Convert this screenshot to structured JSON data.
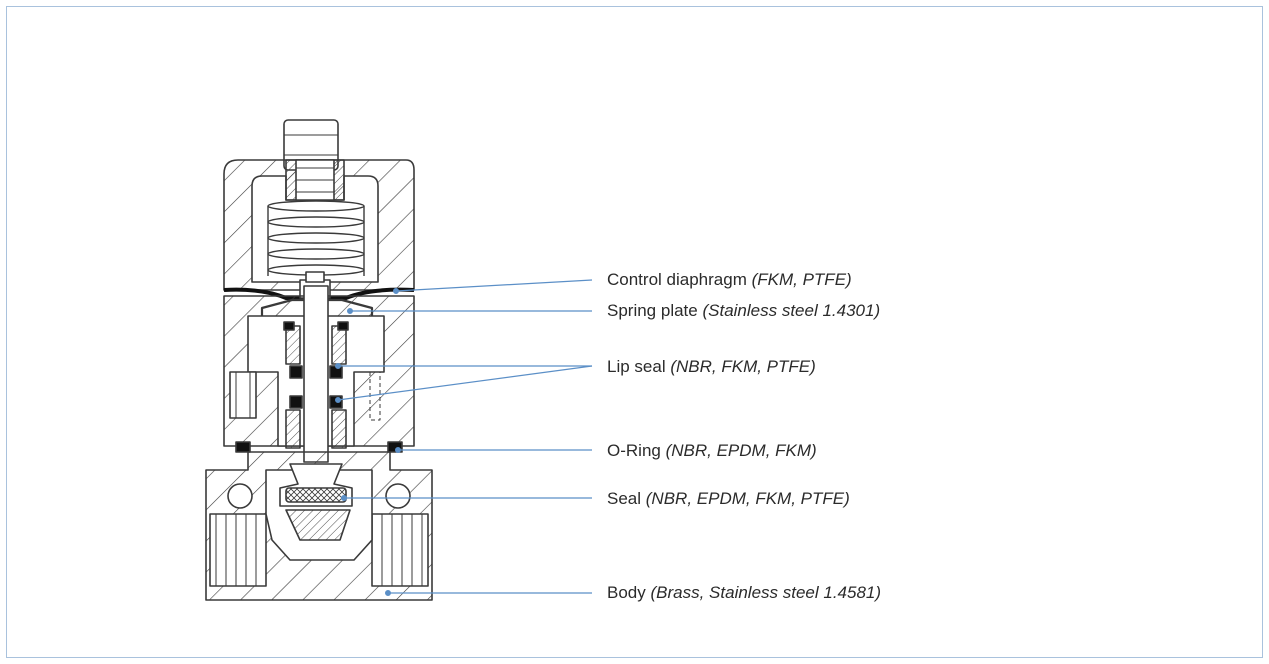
{
  "labels": [
    {
      "part": "Control diaphragm",
      "material": "(FKM, PTFE)"
    },
    {
      "part": "Spring plate",
      "material": "(Stainless steel 1.4301)"
    },
    {
      "part": "Lip seal",
      "material": "(NBR, FKM, PTFE)"
    },
    {
      "part": "O-Ring",
      "material": "(NBR, EPDM, FKM)"
    },
    {
      "part": "Seal",
      "material": "(NBR, EPDM, FKM, PTFE)"
    },
    {
      "part": "Body",
      "material": "(Brass, Stainless steel 1.4581)"
    }
  ],
  "colors": {
    "leader": "#5b8fc7",
    "frame": "#a9c2dd",
    "outline": "#3a3a3a"
  }
}
